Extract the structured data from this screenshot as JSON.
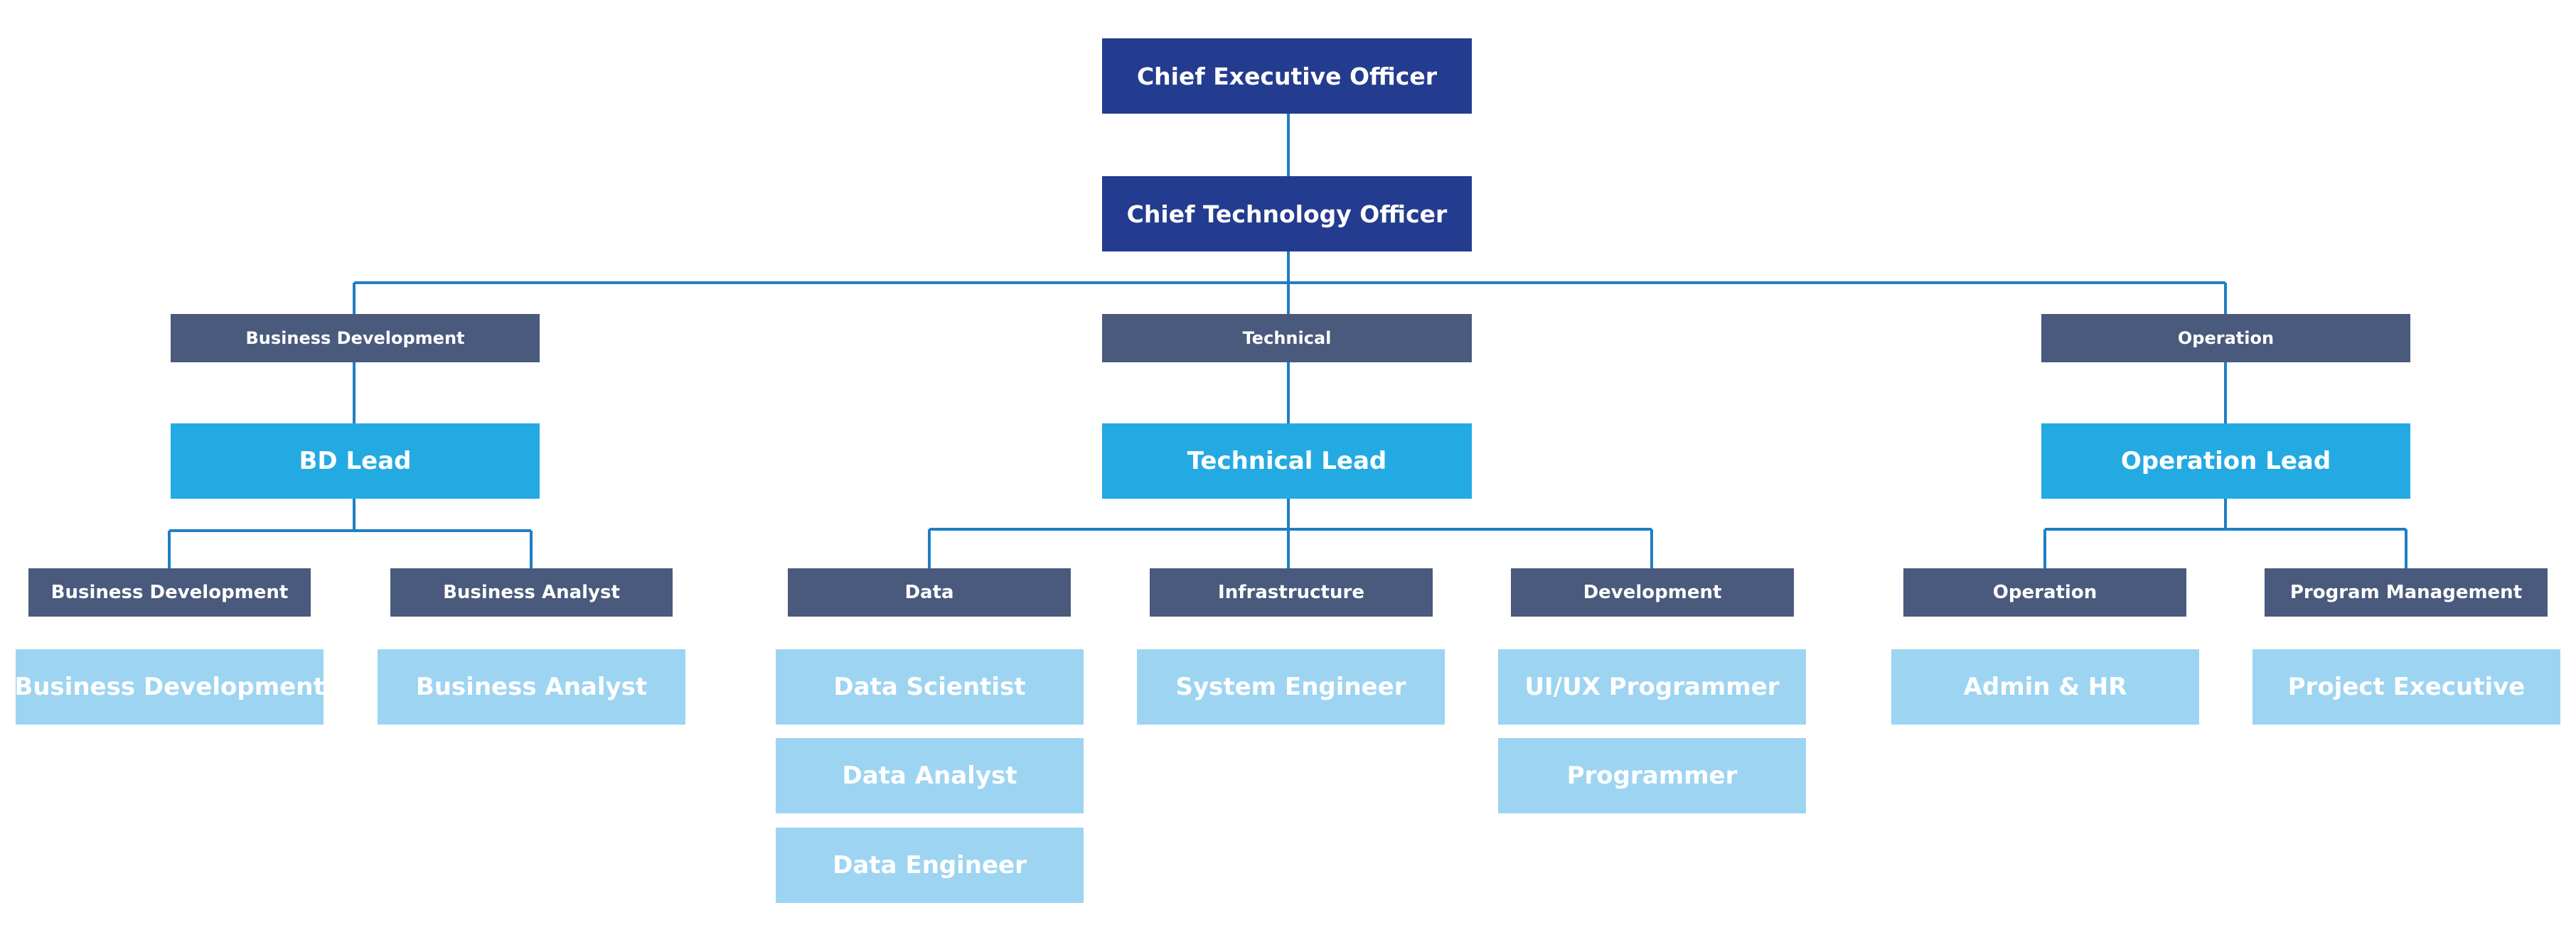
{
  "colors": {
    "executive": "#233c8f",
    "department": "#4a5a7d",
    "lead": "#24aae2",
    "role": "#9dd4f2",
    "connector": "#1f7fc4"
  },
  "executives": {
    "ceo": "Chief Executive Officer",
    "cto": "Chief Technology Officer"
  },
  "departments": {
    "business_development": {
      "label": "Business Development",
      "lead": "BD Lead",
      "teams": {
        "business_development": {
          "label": "Business Development",
          "roles": [
            "Business Development"
          ]
        },
        "business_analyst": {
          "label": "Business Analyst",
          "roles": [
            "Business Analyst"
          ]
        }
      }
    },
    "technical": {
      "label": "Technical",
      "lead": "Technical Lead",
      "teams": {
        "data": {
          "label": "Data",
          "roles": [
            "Data Scientist",
            "Data Analyst",
            "Data Engineer"
          ]
        },
        "infrastructure": {
          "label": "Infrastructure",
          "roles": [
            "System Engineer"
          ]
        },
        "development": {
          "label": "Development",
          "roles": [
            "UI/UX Programmer",
            "Programmer"
          ]
        }
      }
    },
    "operation": {
      "label": "Operation",
      "lead": "Operation Lead",
      "teams": {
        "operation": {
          "label": "Operation",
          "roles": [
            "Admin & HR"
          ]
        },
        "program_management": {
          "label": "Program Management",
          "roles": [
            "Project Executive"
          ]
        }
      }
    }
  }
}
